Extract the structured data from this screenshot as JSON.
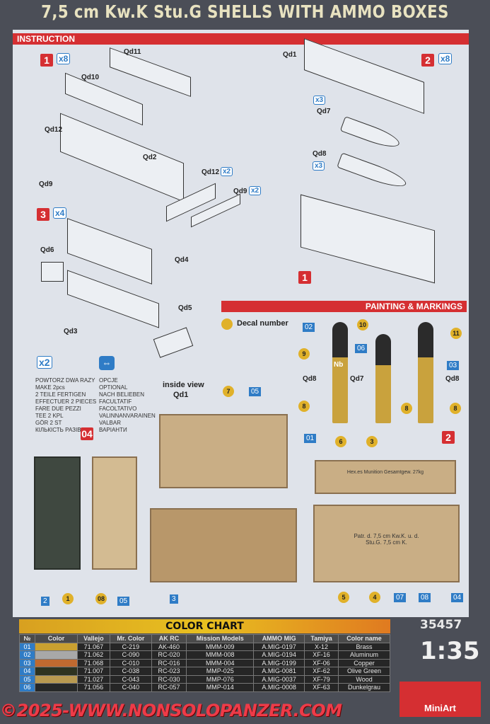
{
  "title": "7,5 cm Kw.K Stu.G SHELLS WITH AMMO BOXES",
  "instruction": {
    "header": "INSTRUCTION",
    "steps": [
      {
        "num": "1",
        "mult": "x8"
      },
      {
        "num": "2",
        "mult": "x8"
      },
      {
        "num": "3",
        "mult": "x4"
      }
    ],
    "parts": {
      "qd11": "Qd11",
      "qd10": "Qd10",
      "qd12": "Qd12",
      "qd9": "Qd9",
      "qd2": "Qd2",
      "qd12b": "Qd12",
      "qd12b_mult": "x2",
      "qd9b": "Qd9",
      "qd9b_mult": "x2",
      "qd1": "Qd1",
      "qd7": "Qd7",
      "qd8": "Qd8",
      "qd7_mult": "x3",
      "qd8_mult": "x3",
      "qd6": "Qd6",
      "qd4": "Qd4",
      "qd3": "Qd3",
      "qd5": "Qd5",
      "step_ref": "1"
    }
  },
  "legend": {
    "x2_icon": "x2",
    "repeat": [
      "POWTORZ DWA RAZY",
      "MAKE 2pcs",
      "2 TEILE FERTIGEN",
      "EFFECTUER 2 PIECES",
      "FARE DUE PEZZI",
      "TEE 2 KPL",
      "GÖR 2 ST",
      "КІЛЬКІСТЬ РАЗІВ"
    ],
    "optional": [
      "OPCJE",
      "OPTIONAL",
      "NACH BELIEBEN",
      "FACULTATIF",
      "FACOLTATIVO",
      "VALINNANVARAINEN",
      "VALBAR",
      "ВАРІАНТИ"
    ]
  },
  "painting": {
    "header": "PAINTING & MARKINGS",
    "decal_label": "Decal number",
    "inside_view": "inside view",
    "inside_part": "Qd1",
    "shells": [
      "Qd8",
      "Qd7",
      "Qd8"
    ],
    "shell_text": "Nb",
    "callouts": [
      "02",
      "9",
      "8",
      "01",
      "10",
      "06",
      "8",
      "11",
      "03",
      "8",
      "6",
      "3",
      "2",
      "7",
      "05",
      "3",
      "04",
      "2",
      "1",
      "08",
      "05",
      "5",
      "4",
      "07",
      "08",
      "04"
    ],
    "box_text1": "Patr. d. 7,5 cm Kw.K. u. d. Stu.G. 7,5 cm K.",
    "box_text2": "Hex.es Munition Gesamtgew. 27kg"
  },
  "kit_number": "35457",
  "scale": "1:35",
  "brand": "MiniArt",
  "color_chart": {
    "title": "COLOR CHART",
    "headers": [
      "№",
      "Color",
      "Vallejo",
      "Mr. Color",
      "AK RC",
      "Mission Models",
      "AMMO MIG",
      "Tamiya",
      "Color name"
    ],
    "rows": [
      {
        "n": "01",
        "swatch": "#c9a030",
        "v": "71.067",
        "mr": "C-219",
        "ak": "AK-460",
        "mm": "MMM-009",
        "mig": "A.MIG-0197",
        "tam": "X-12",
        "name": "Brass"
      },
      {
        "n": "02",
        "swatch": "#a8a8a8",
        "v": "71.062",
        "mr": "C-090",
        "ak": "RC-020",
        "mm": "MMM-008",
        "mig": "A.MIG-0194",
        "tam": "XF-16",
        "name": "Aluminum"
      },
      {
        "n": "03",
        "swatch": "#c06a30",
        "v": "71.068",
        "mr": "C-010",
        "ak": "RC-016",
        "mm": "MMM-004",
        "mig": "A.MIG-0199",
        "tam": "XF-06",
        "name": "Copper"
      },
      {
        "n": "04",
        "swatch": "#2e3320",
        "v": "71.007",
        "mr": "C-038",
        "ak": "RC-023",
        "mm": "MMP-025",
        "mig": "A.MIG-0081",
        "tam": "XF-62",
        "name": "Olive Green"
      },
      {
        "n": "05",
        "swatch": "#b89a50",
        "v": "71.027",
        "mr": "C-043",
        "ak": "RC-030",
        "mm": "MMP-076",
        "mig": "A.MIG-0037",
        "tam": "XF-79",
        "name": "Wood"
      },
      {
        "n": "06",
        "swatch": "#262828",
        "v": "71.056",
        "mr": "C-040",
        "ak": "RC-057",
        "mm": "MMP-014",
        "mig": "A.MIG-0008",
        "tam": "XF-63",
        "name": "Dunkelgrau"
      }
    ]
  },
  "watermark": "©2025-WWW.NONSOLOPANZER.COM"
}
